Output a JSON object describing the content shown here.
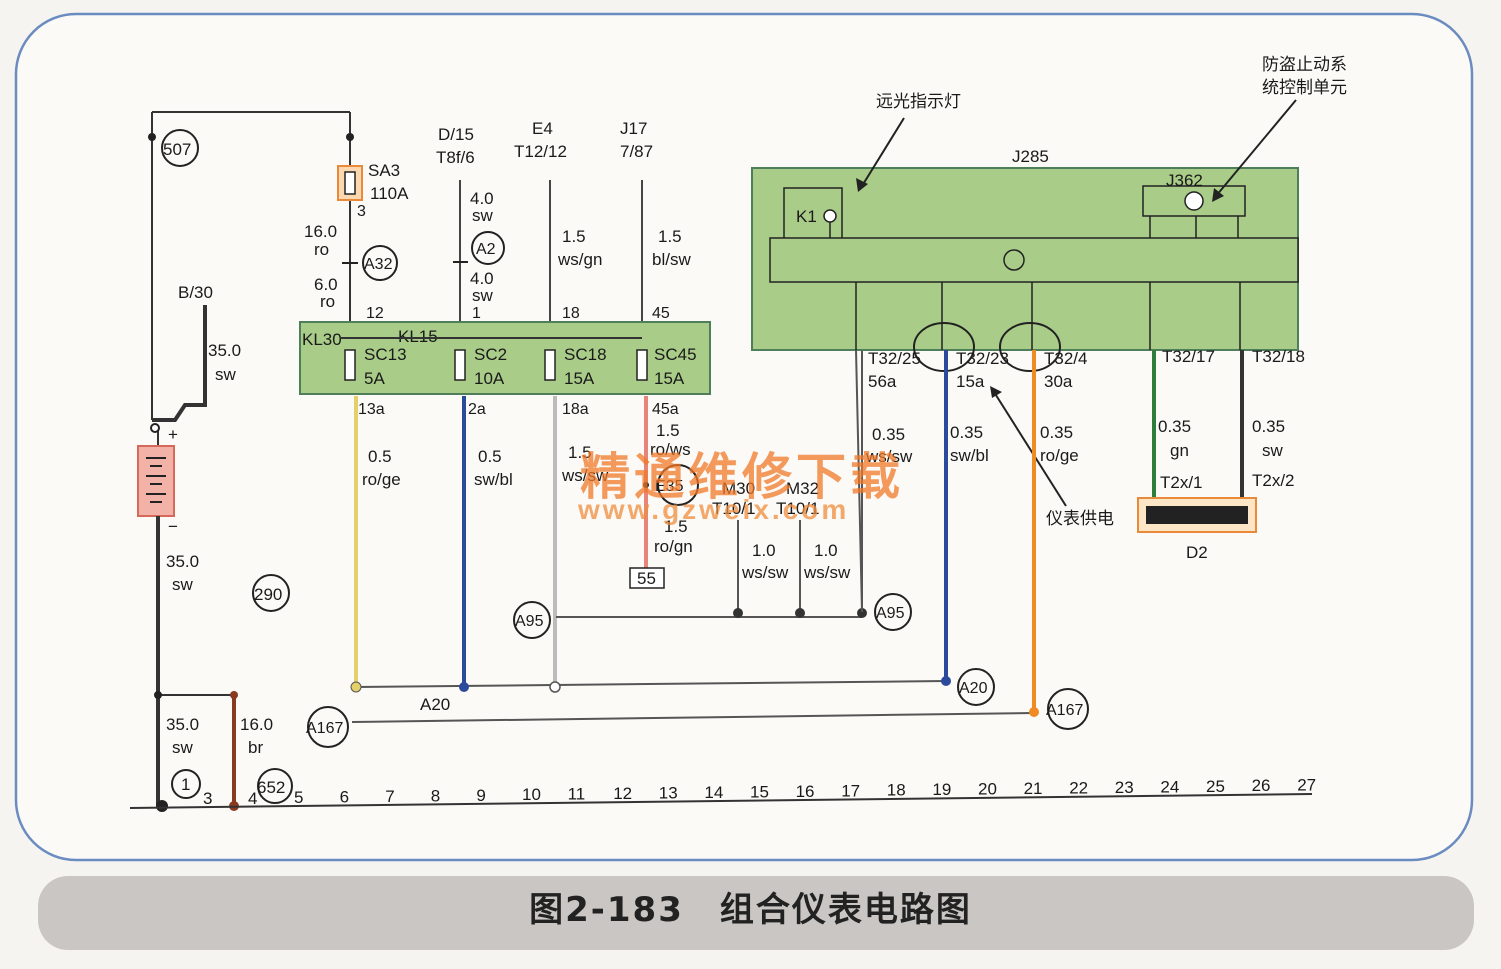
{
  "nodes": {
    "n507": "507",
    "n290": "290",
    "n652": "652",
    "n1": "1",
    "a32": "A32",
    "a2": "A2",
    "a95l": "A95",
    "a95r": "A95",
    "a20": "A20",
    "a167l": "A167",
    "a167r": "A167",
    "e35": "E35"
  },
  "battery": {
    "label": "B/30",
    "wire": "35.0",
    "color": "sw"
  },
  "fuse_sa3": {
    "name": "SA3",
    "rating": "110A",
    "pin": "3"
  },
  "wires": {
    "w16": "16.0",
    "w16c": "ro",
    "w6": "6.0",
    "w6c": "ro",
    "w4a": "4.0",
    "w4ac": "sw",
    "w4b": "4.0",
    "w4bc": "sw",
    "w15a": "1.5",
    "w15ac": "ws/gn",
    "w15b": "1.5",
    "w15bc": "bl/sw",
    "bat_lo": "35.0",
    "bat_loc": "sw",
    "gnd_a": "35.0",
    "gnd_ac": "sw",
    "gnd_b": "16.0",
    "gnd_bc": "br",
    "o13": "0.5",
    "o13c": "ro/ge",
    "o2": "0.5",
    "o2c": "sw/bl",
    "o18": "1.5",
    "o18c": "ws/sw",
    "o45": "1.5",
    "o45c": "ro/ws",
    "o45b": "1.5",
    "o45bc": "ro/gn",
    "m30": "1.0",
    "m30c": "ws/sw",
    "m32": "1.0",
    "m32c": "ws/sw",
    "t25": "0.35",
    "t25c": "ws/sw",
    "t23": "0.35",
    "t23c": "sw/bl",
    "t4": "0.35",
    "t4c": "ro/ge",
    "t17": "0.35",
    "t17c": "gn",
    "t18": "0.35",
    "t18c": "sw"
  },
  "top_refs": {
    "d15": "D/15",
    "d15b": "T8f/6",
    "e4": "E4",
    "e4b": "T12/12",
    "j17": "J17",
    "j17b": "7/87"
  },
  "fuse_box": {
    "kl30": "KL30",
    "kl15": "KL15",
    "sc13": "SC13",
    "sc13r": "5A",
    "sc13in": "12",
    "sc13out": "13a",
    "sc2": "SC2",
    "sc2r": "10A",
    "sc2in": "1",
    "sc2out": "2a",
    "sc18": "SC18",
    "sc18r": "15A",
    "sc18in": "18",
    "sc18out": "18a",
    "sc45": "SC45",
    "sc45r": "15A",
    "sc45in": "45",
    "sc45out": "45a"
  },
  "module": {
    "name": "J285",
    "k1": "K1",
    "j362": "J362",
    "high_beam": "远光指示灯",
    "immob1": "防盗止动系",
    "immob2": "统控制单元",
    "power": "仪表供电",
    "p25": "T32/25",
    "p25b": "56a",
    "p23": "T32/23",
    "p23b": "15a",
    "p4": "T32/4",
    "p4b": "30a",
    "p17": "T32/17",
    "p18": "T32/18"
  },
  "d2": {
    "name": "D2",
    "p1": "T2x/1",
    "p2": "T2x/2"
  },
  "misc": {
    "m30": "M30",
    "m30b": "T10/1",
    "m32": "M32",
    "m32b": "T10/1",
    "box55": "55",
    "a20_bus": "A20",
    "g3": "3",
    "g4": "4"
  },
  "ruler": [
    "5",
    "6",
    "7",
    "8",
    "9",
    "10",
    "11",
    "12",
    "13",
    "14",
    "15",
    "16",
    "17",
    "18",
    "19",
    "20",
    "21",
    "22",
    "23",
    "24",
    "25",
    "26",
    "27"
  ],
  "caption": "图2-183　组合仪表电路图",
  "watermark": {
    "cn": "精通维修下载",
    "url": "www.gzweix.com"
  },
  "colors": {
    "panel_border": "#6a8cc0",
    "fuse_box": "#a9cc88",
    "yellow": "#e4cf6a",
    "blue": "#2b4a9c",
    "red": "#e8857a",
    "orange": "#f08a22",
    "green": "#2e7d3a",
    "brown": "#8a3a20"
  }
}
